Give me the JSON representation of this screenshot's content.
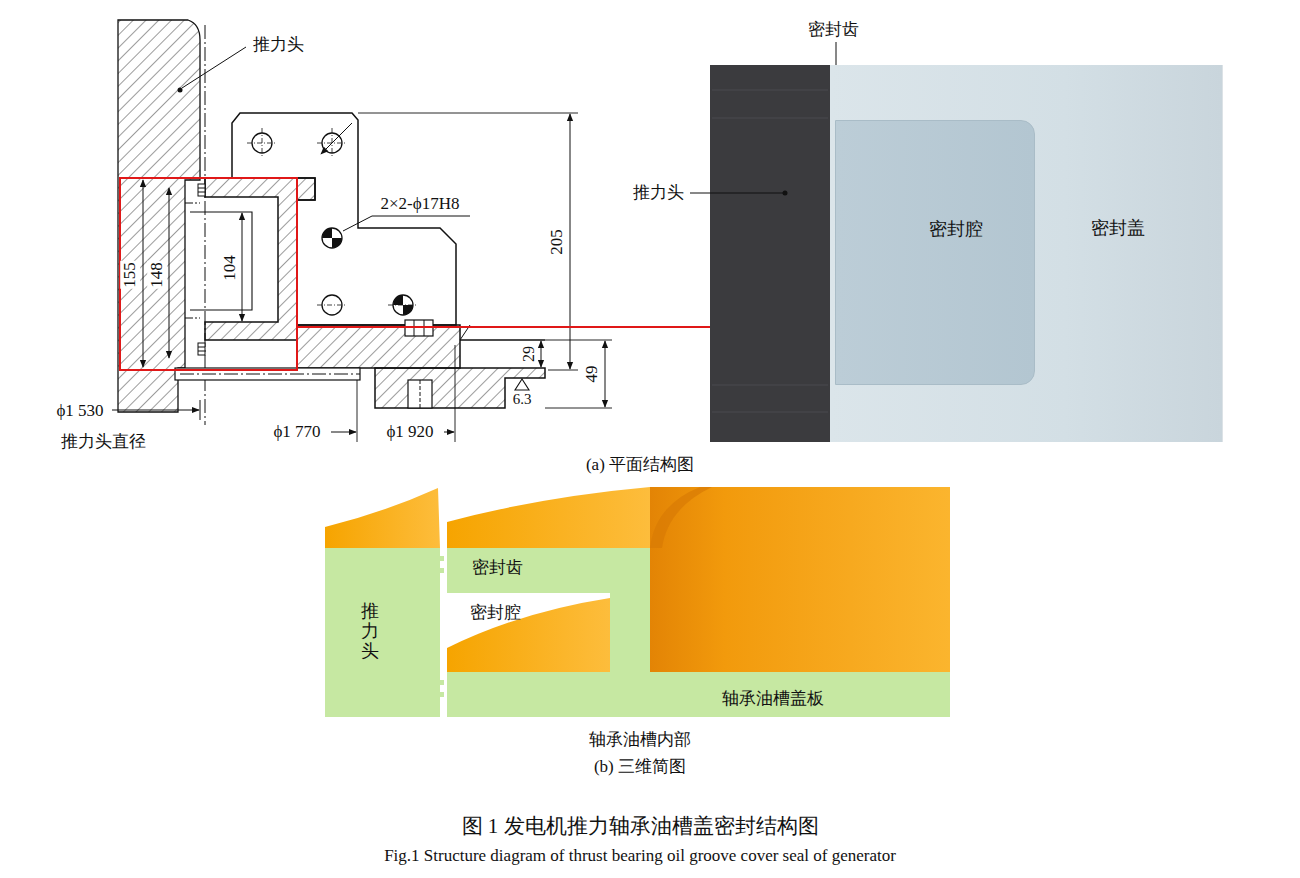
{
  "diagram": {
    "caption": "图 1 发电机推力轴承油槽盖密封结构图",
    "nodes": [
      {
        "text": [
          "密封盖"
        ]
      },
      {
        "text": [
          "密封腔"
        ],
        "in": 0
      },
      {
        "text": [
          "推力头"
        ]
      },
      {
        "text": [
          "密封齿"
        ]
      },
      {
        "text": [
          "轴承油槽盖板"
        ]
      }
    ],
    "labels": [
      "推力头",
      "2×2-ϕ17H8",
      "205",
      "155",
      "148",
      "104",
      "29",
      "49",
      "6.3",
      "ϕ1 530",
      "推力头直径",
      "ϕ1 770",
      "ϕ1 920",
      "密封齿",
      "推力头",
      "(a) 平面结构图",
      "密封腔",
      "轴承油槽内部",
      "(b) 三维简图",
      "Fig.1 Structure diagram of thrust bearing oil groove cover seal of generator"
    ]
  }
}
